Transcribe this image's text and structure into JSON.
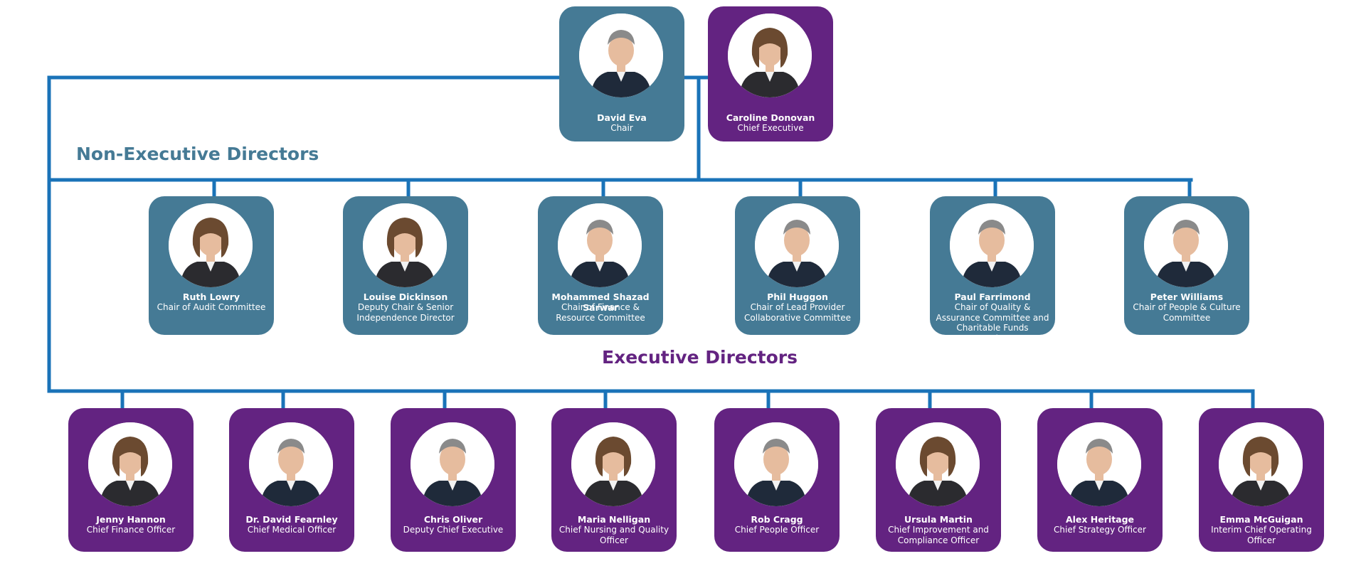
{
  "headings": {
    "non_executive": "Non-Executive Directors",
    "executive": "Executive  Directors"
  },
  "colors": {
    "connector": "#1a73b8",
    "non_executive_card": "#457a95",
    "executive_card": "#632381",
    "card_text": "#ffffff",
    "photo_frame": "#ffffff"
  },
  "top": [
    {
      "name": "David Eva",
      "role": "Chair",
      "tone": "teal",
      "icon": "person-photo-man"
    },
    {
      "name": "Caroline Donovan",
      "role": "Chief Executive",
      "tone": "purple",
      "icon": "person-photo-woman"
    }
  ],
  "non_executive_directors": [
    {
      "name": "Ruth Lowry",
      "role": "Chair of Audit Committee",
      "icon": "person-photo-woman"
    },
    {
      "name": "Louise Dickinson",
      "role": "Deputy Chair & Senior Independence Director",
      "icon": "person-photo-woman"
    },
    {
      "name": "Mohammed Shazad Sarwar",
      "role": "Chair of Finance & Resource Committee",
      "icon": "person-photo-man"
    },
    {
      "name": "Phil Huggon",
      "role": "Chair of Lead Provider Collaborative Committee",
      "icon": "person-photo-man"
    },
    {
      "name": "Paul Farrimond",
      "role": "Chair of Quality & Assurance Committee and Charitable Funds Commiteee",
      "icon": "person-photo-man"
    },
    {
      "name": "Peter Williams",
      "role": "Chair of People & Culture Committee",
      "icon": "person-photo-man"
    }
  ],
  "executive_directors": [
    {
      "name": "Jenny Hannon",
      "role": "Chief Finance Officer",
      "icon": "person-photo-woman"
    },
    {
      "name": "Dr. David Fearnley",
      "role": "Chief Medical Officer",
      "icon": "person-photo-man"
    },
    {
      "name": "Chris Oliver",
      "role": "Deputy Chief Executive",
      "icon": "person-photo-man"
    },
    {
      "name": "Maria Nelligan",
      "role": "Chief Nursing and Quality Officer",
      "icon": "person-photo-woman"
    },
    {
      "name": "Rob Cragg",
      "role": "Chief People Officer",
      "icon": "person-photo-man"
    },
    {
      "name": "Ursula Martin",
      "role": "Chief Improvement and Compliance Officer",
      "icon": "person-photo-woman"
    },
    {
      "name": "Alex Heritage",
      "role": "Chief Strategy Officer",
      "icon": "person-photo-man"
    },
    {
      "name": "Emma McGuigan",
      "role": "Interim Chief Operating Officer",
      "icon": "person-photo-woman"
    }
  ]
}
